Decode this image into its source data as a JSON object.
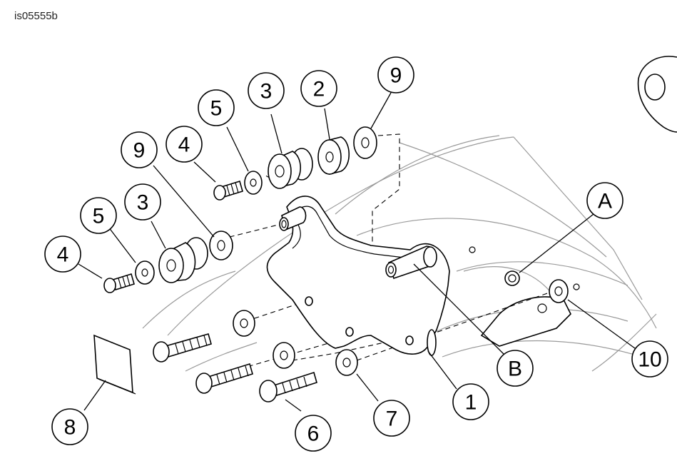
{
  "figure_id": "is05555b",
  "callouts": {
    "c1": "1",
    "c2": "2",
    "c3a": "3",
    "c3b": "3",
    "c4a": "4",
    "c4b": "4",
    "c5a": "5",
    "c5b": "5",
    "c6": "6",
    "c7": "7",
    "c8": "8",
    "c9a": "9",
    "c9b": "9",
    "c10": "10",
    "cA": "A",
    "cB": "B"
  }
}
